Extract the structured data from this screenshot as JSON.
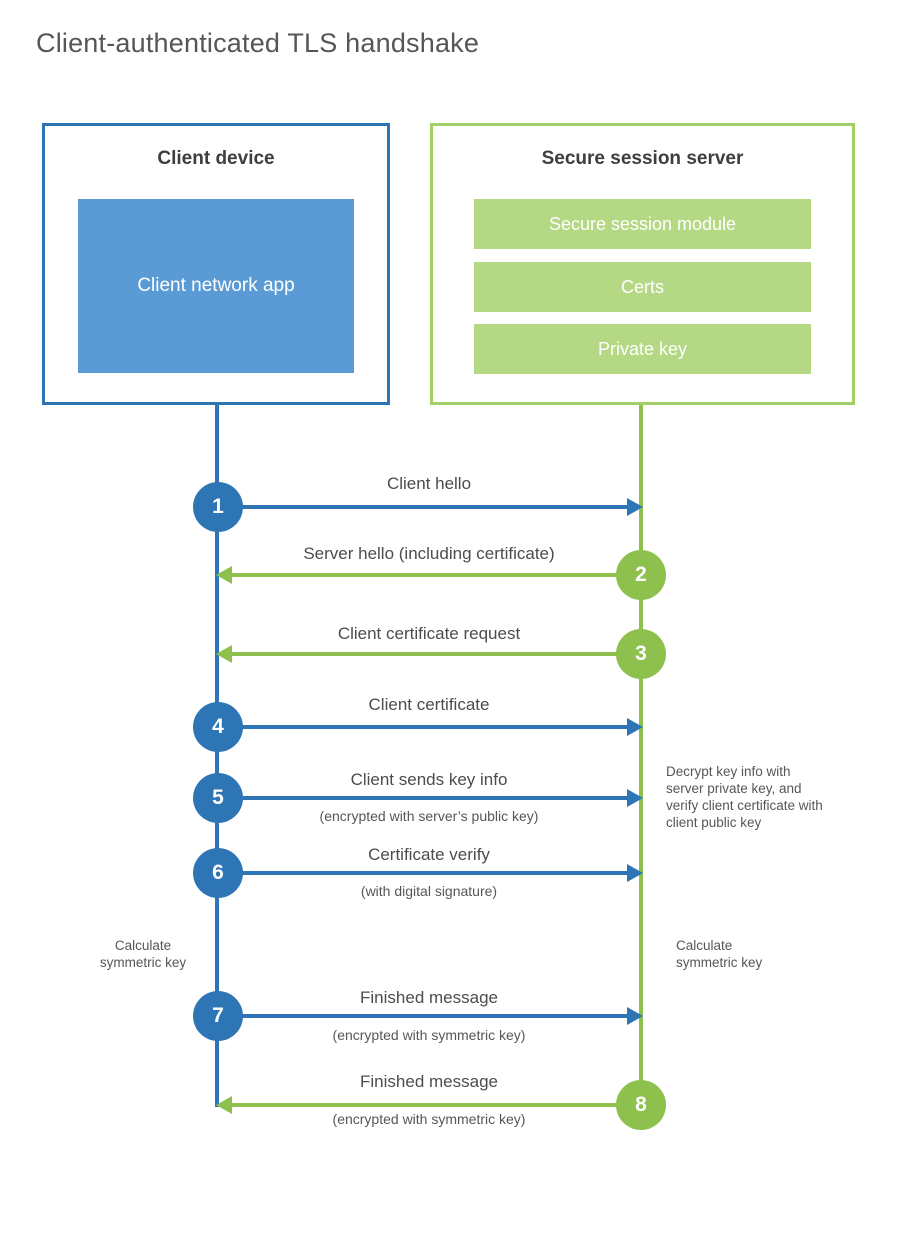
{
  "title": "Client-authenticated TLS handshake",
  "client": {
    "title": "Client device",
    "app_label": "Client network app"
  },
  "server": {
    "title": "Secure session server",
    "modules": [
      "Secure session module",
      "Certs",
      "Private key"
    ]
  },
  "messages": [
    {
      "number": "1",
      "from": "client",
      "to": "server",
      "label": "Client hello"
    },
    {
      "number": "2",
      "from": "server",
      "to": "client",
      "label": "Server hello (including certificate)"
    },
    {
      "number": "3",
      "from": "server",
      "to": "client",
      "label": "Client certificate request"
    },
    {
      "number": "4",
      "from": "client",
      "to": "server",
      "label": "Client certificate"
    },
    {
      "number": "5",
      "from": "client",
      "to": "server",
      "label": "Client sends key info",
      "sublabel": "(encrypted with server’s public key)"
    },
    {
      "number": "6",
      "from": "client",
      "to": "server",
      "label": "Certificate verify",
      "sublabel": "(with digital signature)"
    },
    {
      "number": "7",
      "from": "client",
      "to": "server",
      "label": "Finished message",
      "sublabel": "(encrypted with symmetric key)"
    },
    {
      "number": "8",
      "from": "server",
      "to": "client",
      "label": "Finished message",
      "sublabel": "(encrypted with symmetric key)"
    }
  ],
  "annotations": {
    "decrypt_note": "Decrypt key info with server private key, and verify client certificate with client public key",
    "calc_left": "Calculate symmetric key",
    "calc_right": "Calculate symmetric key"
  },
  "colors": {
    "blue": "#2e75b6",
    "blue_light": "#5b9bd5",
    "green": "#8dc04c",
    "green_border": "#a2cf66",
    "green_light": "#b4d883",
    "text_gray": "#55565a"
  }
}
